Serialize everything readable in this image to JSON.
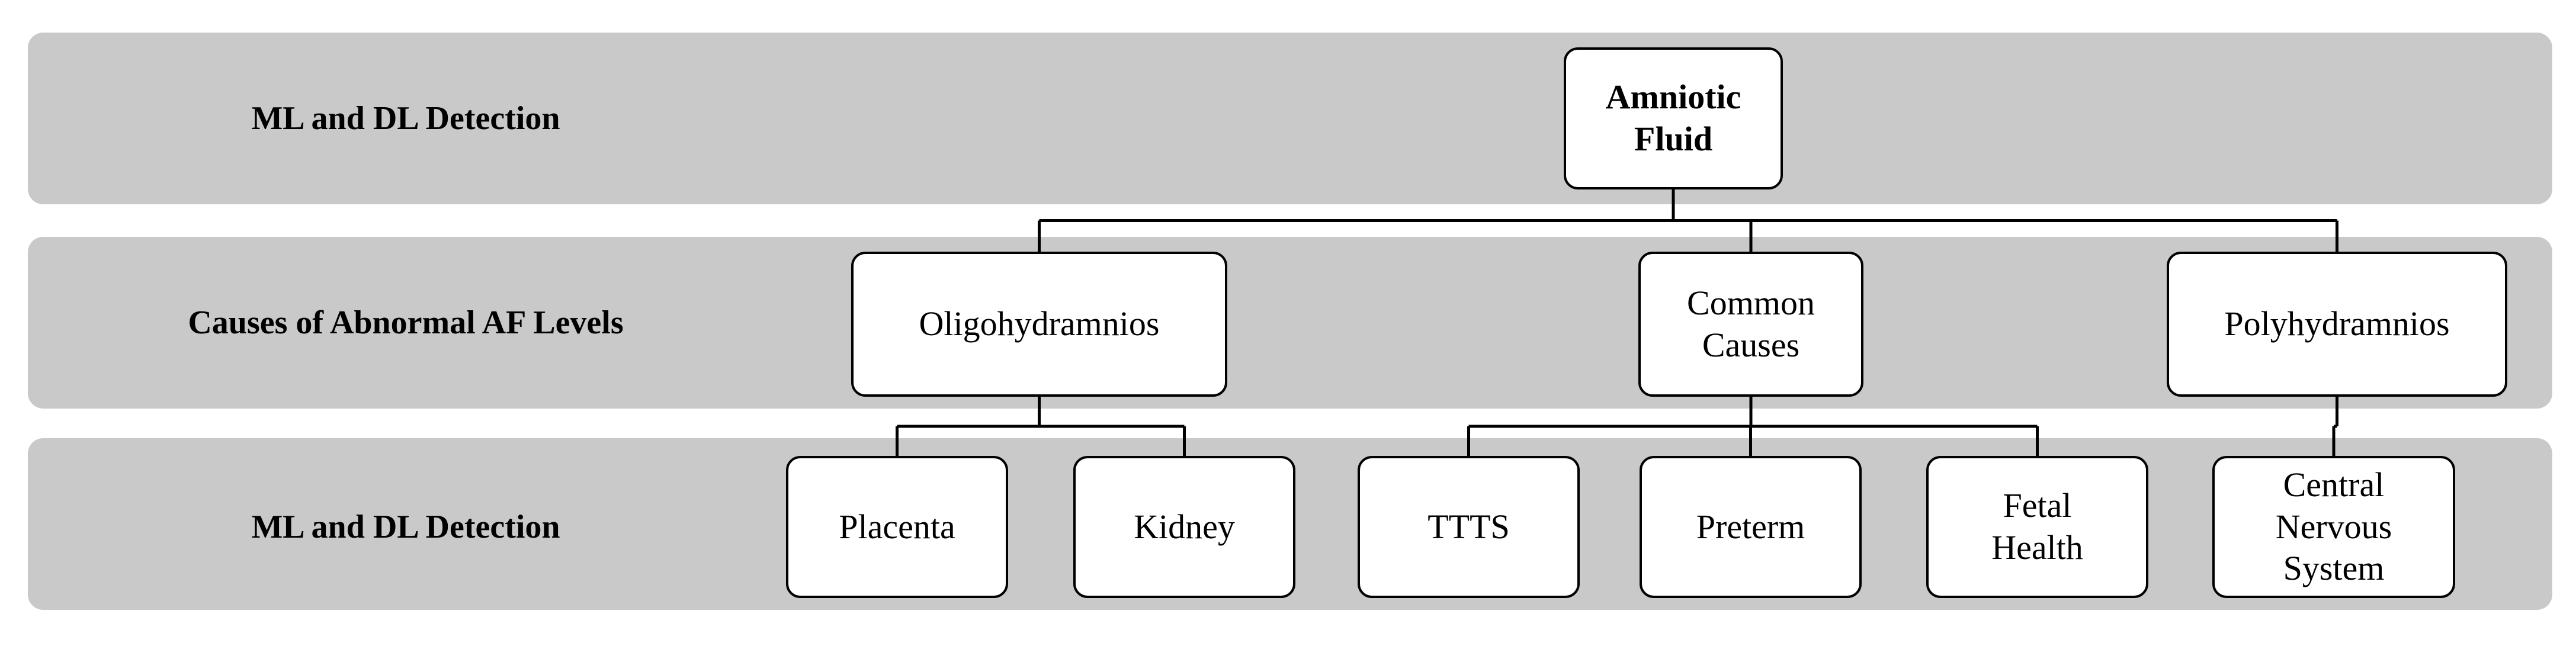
{
  "bands": [
    {
      "id": "band-1",
      "label": "ML and DL Detection"
    },
    {
      "id": "band-2",
      "label": "Causes of Abnormal AF Levels"
    },
    {
      "id": "band-3",
      "label": "ML and DL Detection"
    }
  ],
  "nodes": {
    "root": "Amniotic\nFluid",
    "oligohydramnios": "Oligohydramnios",
    "common_causes": "Common\nCauses",
    "polyhydramnios": "Polyhydramnios",
    "placenta": "Placenta",
    "kidney": "Kidney",
    "ttts": "TTTS",
    "preterm": "Preterm",
    "fetal_health": "Fetal\nHealth",
    "cns": "Central\nNervous\nSystem"
  },
  "colors": {
    "band_fill": "#c9c9c9",
    "node_fill": "#ffffff",
    "line": "#000000"
  },
  "tree": {
    "root": [
      "oligohydramnios",
      "common_causes",
      "polyhydramnios"
    ],
    "oligohydramnios": [
      "placenta",
      "kidney"
    ],
    "common_causes": [
      "ttts",
      "preterm",
      "fetal_health"
    ],
    "polyhydramnios": [
      "cns"
    ]
  }
}
